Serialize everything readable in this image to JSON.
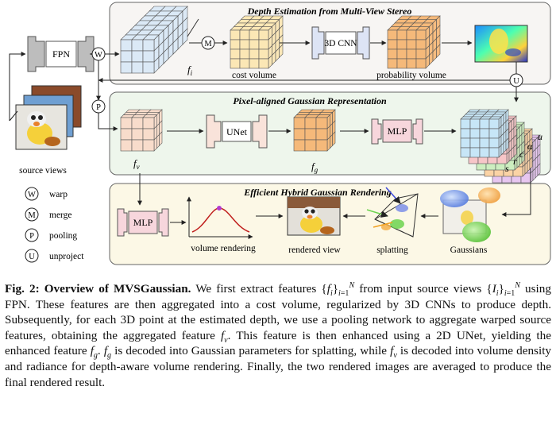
{
  "sections": {
    "mvs": "Depth Estimation from Multi-View Stereo",
    "pixel": "Pixel-aligned Gaussian Representation",
    "render": "Efficient Hybrid Gaussian Rendering"
  },
  "modules": {
    "fpn": "FPN",
    "cnn3d": "3D CNN",
    "unet": "UNet",
    "mlp_top": "MLP",
    "mlp_bottom": "MLP"
  },
  "labels": {
    "fi": "f",
    "fi_sub": "i",
    "cost_volume": "cost volume",
    "probability_volume": "probability volume",
    "fv": "f",
    "fv_sub": "v",
    "fg": "f",
    "fg_sub": "g",
    "source_views": "source views",
    "volume_rendering": "volume rendering",
    "rendered_view": "rendered view",
    "splatting": "splatting",
    "gaussians": "Gaussians",
    "param_alpha": "α",
    "param_u": "u",
    "param_c": "c",
    "param_r": "r",
    "param_s": "s"
  },
  "ops": {
    "W": "W",
    "M": "M",
    "P": "P",
    "U": "U"
  },
  "legend": [
    {
      "symbol": "W",
      "label": "warp"
    },
    {
      "symbol": "M",
      "label": "merge"
    },
    {
      "symbol": "P",
      "label": "pooling"
    },
    {
      "symbol": "U",
      "label": "unproject"
    }
  ],
  "caption": {
    "fig_label": "Fig. 2: Overview of MVSGaussian.",
    "text": "We first extract features {f_i}_{i=1}^N from input source views {I_i}_{i=1}^N using FPN. These features are then aggregated into a cost volume, regularized by 3D CNNs to produce depth. Subsequently, for each 3D point at the estimated depth, we use a pooling network to aggregate warped source features, obtaining the aggregated feature f_v. This feature is then enhanced using a 2D UNet, yielding the enhanced feature f_g. f_g is decoded into Gaussian parameters for splatting, while f_v is decoded into volume density and radiance for depth-aware volume rendering. Finally, the two rendered images are averaged to produce the final rendered result."
  },
  "colors": {
    "blue_cube": "#dbe9f6",
    "yellow_cube": "#fbe7b5",
    "orange_cube": "#f5b97a",
    "peach_cube": "#f8dccb",
    "pink_module": "#f7d6dc",
    "mvs_bg": "#f7f5f3",
    "pixel_bg": "#eef6ec",
    "render_bg": "#fcf8e6"
  }
}
